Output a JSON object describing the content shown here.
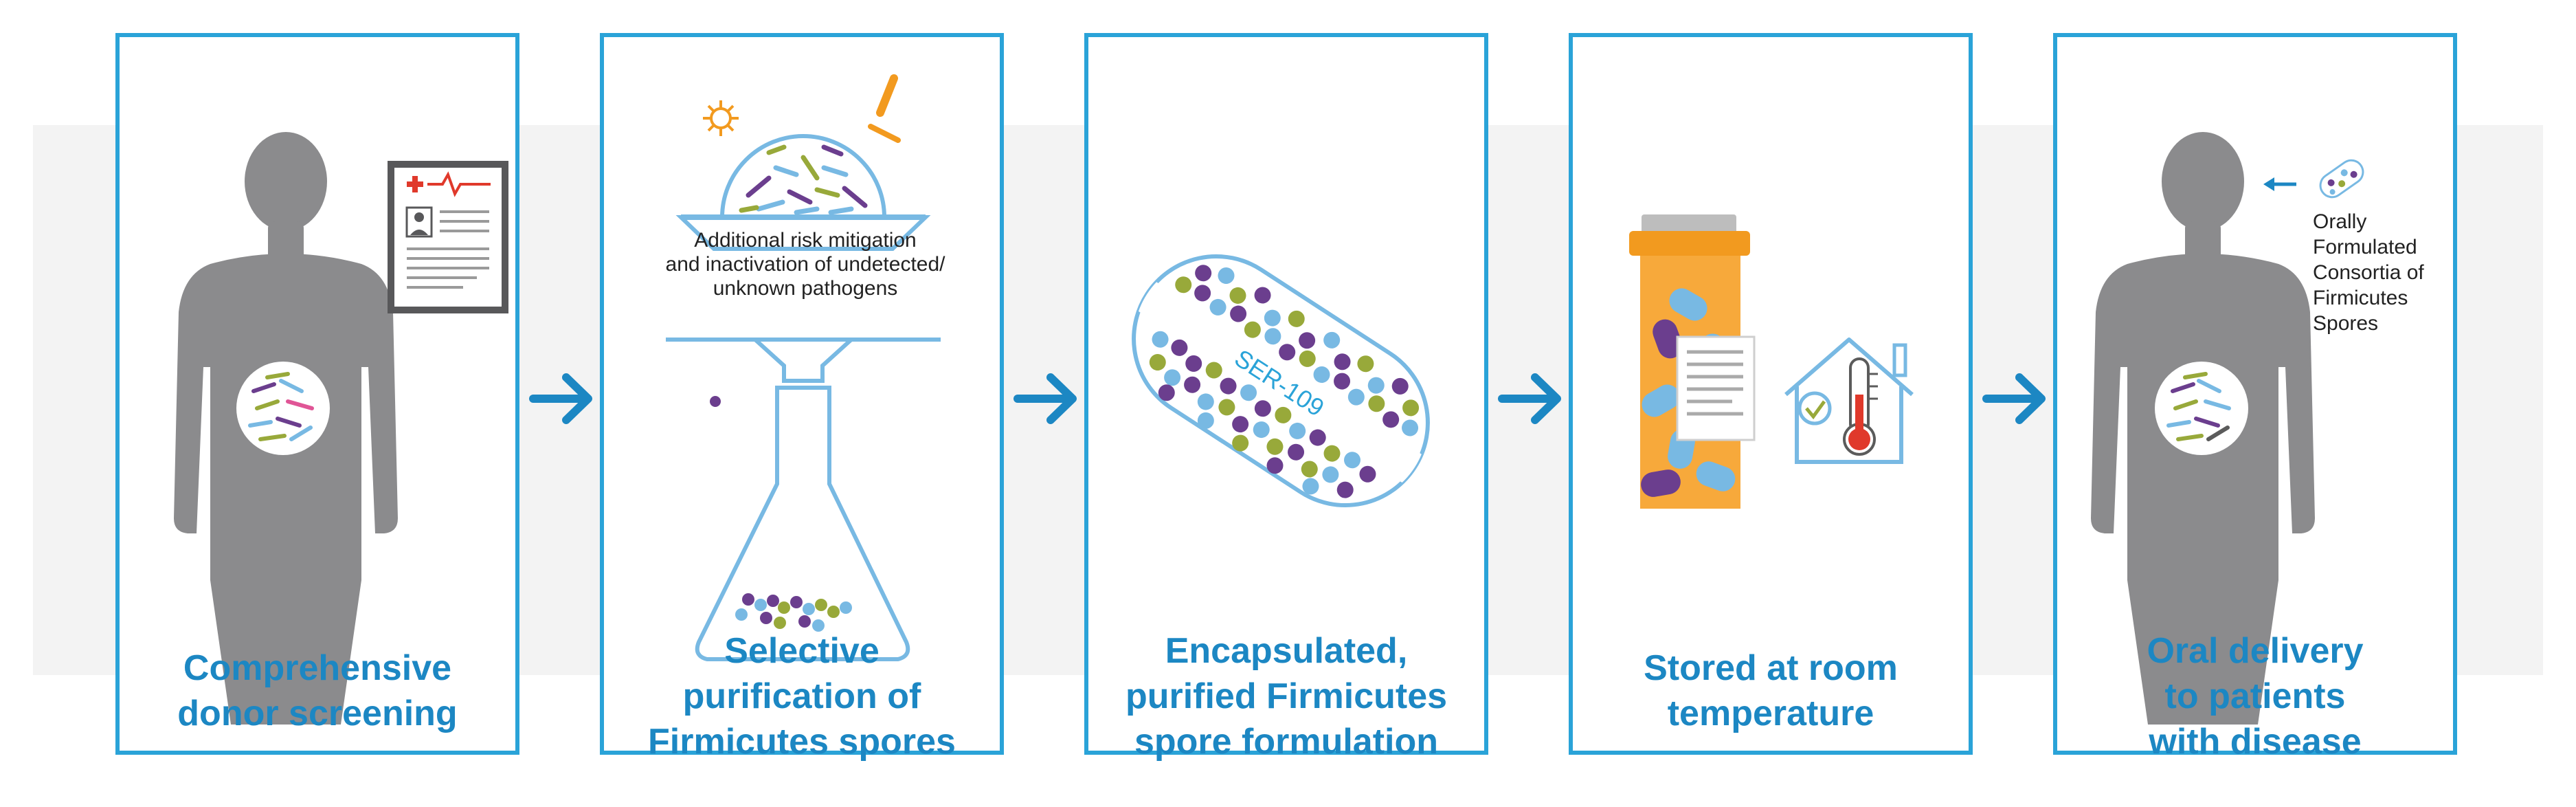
{
  "steps": [
    {
      "caption": [
        "Comprehensive",
        "donor screening"
      ]
    },
    {
      "caption": [
        "Selective",
        "purification of",
        "Firmicutes spores"
      ],
      "note": [
        "Additional risk mitigation",
        "and inactivation of undetected/",
        "unknown pathogens"
      ]
    },
    {
      "caption": [
        "Encapsulated,",
        "purified Firmicutes",
        "spore formulation"
      ],
      "capsule_label": "SER-109"
    },
    {
      "caption": [
        "Stored at room",
        "temperature"
      ]
    },
    {
      "caption": [
        "Oral delivery",
        "to patients",
        "with disease"
      ],
      "note": [
        "Orally",
        "Formulated",
        "Consortia of",
        "Firmicutes",
        "Spores"
      ]
    }
  ],
  "icons": [
    "human-silhouette-icon",
    "medical-record-icon",
    "filter-funnel-icon",
    "flask-icon",
    "capsule-icon",
    "pill-bottle-icon",
    "house-thermometer-icon",
    "arrow-right-icon"
  ],
  "colors": {
    "border": "#2aa3d8",
    "caption": "#1c87c3",
    "arrow": "#1c87c3",
    "silhouette": "#8b8b8d",
    "purple": "#6b3e8e",
    "blue": "#78b9e3",
    "green": "#98a93a",
    "orange": "#f29a1f"
  }
}
